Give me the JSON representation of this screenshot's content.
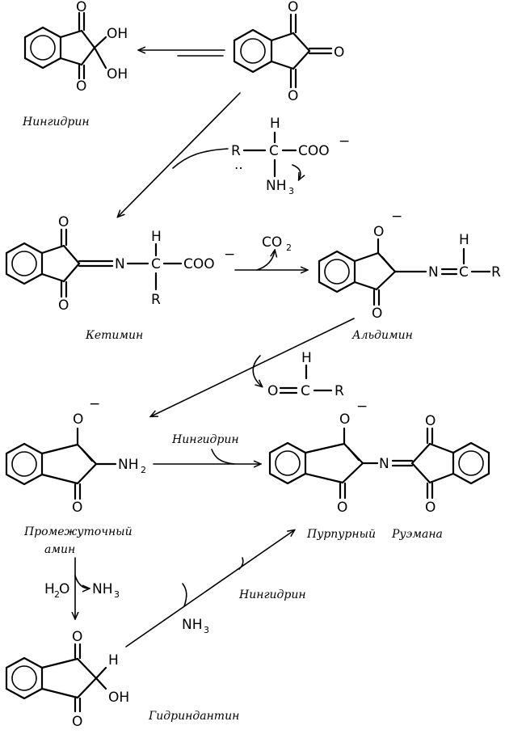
{
  "labels": {
    "ninhydrin": "Нингидрин",
    "ketimine": "Кетимин",
    "aldimine": "Альдимин",
    "intermediate_amine_1": "Промежуточный",
    "intermediate_amine_2": "амин",
    "ruhemann_1": "Пурпурный",
    "ruhemann_2": "Руэмана",
    "hydrindantin": "Гидриндантин",
    "reagent_ninhydrin_1": "Нингидрин",
    "reagent_ninhydrin_2": "Нингидрин"
  },
  "atoms": {
    "O": "O",
    "OH": "OH",
    "OH_left": "OH",
    "H": "H",
    "R": "R",
    "N": "N",
    "C": "C",
    "COO": "COO",
    "charge_minus": "−",
    "NH": "NH",
    "sub_2": "2",
    "sub_3": "3",
    "CO": "CO",
    "H2O_H": "H",
    "H2O_O": "O",
    "dots": "··",
    "NH2": "NH"
  }
}
